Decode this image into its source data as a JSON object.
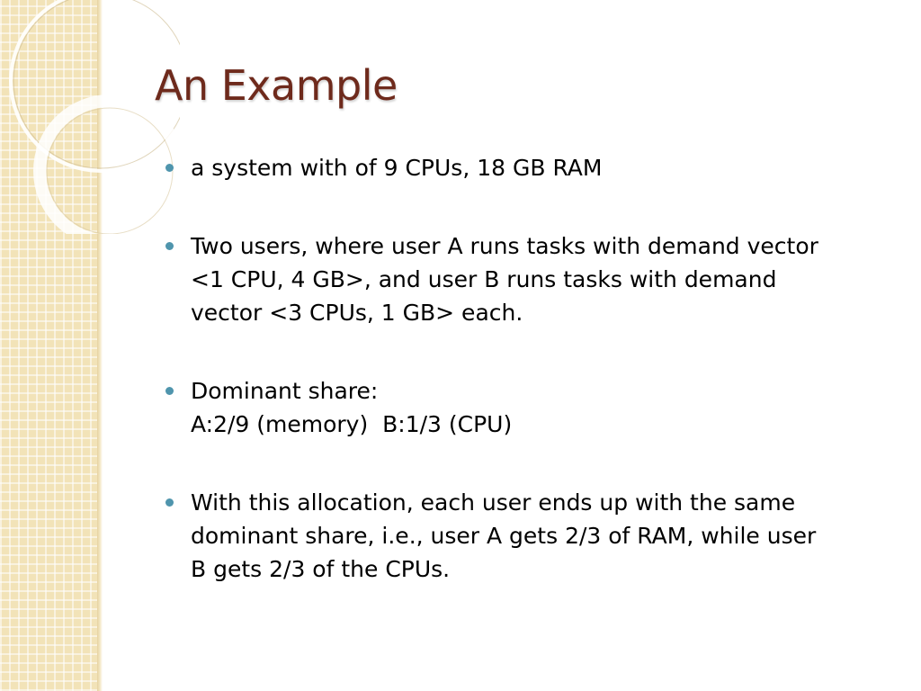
{
  "slide": {
    "title": "An Example",
    "bullets": [
      {
        "lines": [
          "a system with of 9 CPUs, 18 GB RAM"
        ]
      },
      {
        "lines": [
          "Two users, where user A runs tasks with demand vector",
          "<1 CPU, 4 GB>, and user B runs tasks with demand",
          "vector <3 CPUs, 1 GB> each."
        ]
      },
      {
        "lines": [
          "Dominant share:",
          "A:2/9 (memory)  B:1/3 (CPU)"
        ]
      },
      {
        "lines": [
          "With this allocation, each user ends up with the same",
          "dominant share, i.e., user A gets 2/3 of RAM, while user",
          "B gets 2/3 of the CPUs."
        ]
      }
    ]
  },
  "theme": {
    "title_color": "#6e2a1c",
    "bullet_color": "#4f95ad",
    "panel_color": "#f2e3b8",
    "bullet_icon": "filled-circle"
  }
}
